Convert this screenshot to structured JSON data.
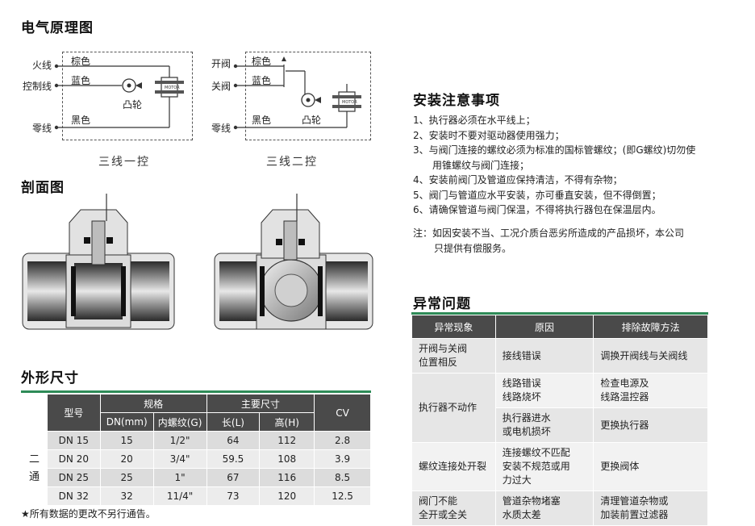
{
  "sections": {
    "wiring_title": "电气原理图",
    "section_title": "剖面图",
    "dims_title": "外形尺寸",
    "install_title": "安装注意事项",
    "faults_title": "异常问题"
  },
  "wiring": {
    "left": {
      "labels": [
        "火线",
        "控制线",
        "零线"
      ],
      "wires": [
        "棕色",
        "蓝色",
        "黑色"
      ],
      "cam": "凸轮",
      "motor": "MOTOR",
      "caption": "三线一控"
    },
    "right": {
      "labels": [
        "开阀",
        "关阀",
        "零线"
      ],
      "wires": [
        "棕色",
        "蓝色",
        "黑色"
      ],
      "cam": "凸轮",
      "motor": "MOTOR",
      "caption": "三线二控"
    }
  },
  "dims": {
    "header_model": "型号",
    "header_spec": "规格",
    "header_main": "主要尺寸",
    "header_cv": "CV",
    "sub_dn": "DN(mm)",
    "sub_thread": "内螺纹(G)",
    "sub_l": "长(L)",
    "sub_h": "高(H)",
    "side_label": "二 通",
    "rows": [
      [
        "DN 15",
        "15",
        "1/2\"",
        "64",
        "112",
        "2.8"
      ],
      [
        "DN 20",
        "20",
        "3/4\"",
        "59.5",
        "108",
        "3.9"
      ],
      [
        "DN 25",
        "25",
        "1\"",
        "67",
        "116",
        "8.5"
      ],
      [
        "DN 32",
        "32",
        "11/4\"",
        "73",
        "120",
        "12.5"
      ]
    ],
    "footnote": "★所有数据的更改不另行通告。"
  },
  "install": {
    "items": [
      "1、执行器必须在水平线上；",
      "2、安装时不要对驱动器使用强力；",
      "3、与阀门连接的螺纹必须为标准的国标管螺纹；(即G螺纹)切勿使",
      "　　用锥螺纹与阀门连接；",
      "4、安装前阀门及管道应保持清洁，不得有杂物；",
      "5、阀门与管道应水平安装，亦可垂直安装，但不得倒置；",
      "6、请确保管道与阀门保温，不得将执行器包在保温层内。"
    ],
    "note_line1": "注：如因安装不当、工况介质台恶劣所造成的产品损坏，本公司",
    "note_line2": "只提供有偿服务。"
  },
  "faults": {
    "headers": [
      "异常现象",
      "原因",
      "排除故障方法"
    ],
    "rows": [
      {
        "symptom": "开阀与关阀\n位置相反",
        "cause": "接线错误",
        "fix": "调换开阀线与关阀线"
      },
      {
        "symptom": "执行器不动作",
        "cause": "线路错误\n线路烧坏",
        "fix": "检查电源及\n线路温控器"
      },
      {
        "symptom": "",
        "cause": "执行器进水\n或电机损坏",
        "fix": "更换执行器"
      },
      {
        "symptom": "螺纹连接处开裂",
        "cause": "连接螺纹不匹配\n安装不规范或用\n力过大",
        "fix": "更换阀体"
      },
      {
        "symptom": "阀门不能\n全开或全关",
        "cause": "管道杂物堵塞\n水质太差",
        "fix": "清理管道杂物或\n加装前置过滤器"
      }
    ]
  }
}
